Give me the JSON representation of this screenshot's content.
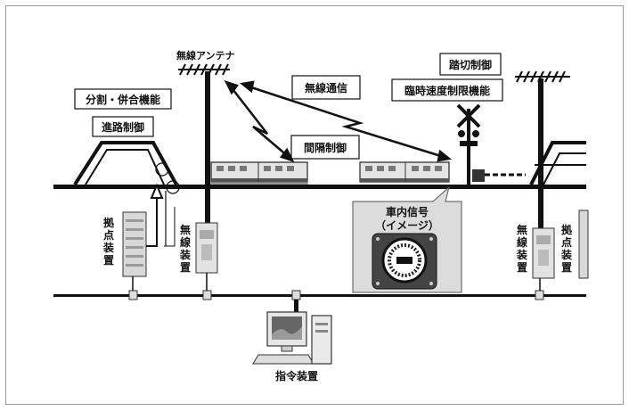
{
  "labels": {
    "antenna_left": "無線アンテナ",
    "split_merge": "分割・併合機能",
    "route_control": "進路制御",
    "wireless_comm": "無線通信",
    "interval_control": "間隔制御",
    "crossing_control": "踏切制御",
    "temp_speed": "臨時速度制限機能",
    "cab_signal_l1": "車内信号",
    "cab_signal_l2": "（イメージ）",
    "base_left": "拠点装置",
    "radio_left": "無線装置",
    "radio_right": "無線装置",
    "base_right": "拠点装置",
    "command": "指令装置"
  }
}
